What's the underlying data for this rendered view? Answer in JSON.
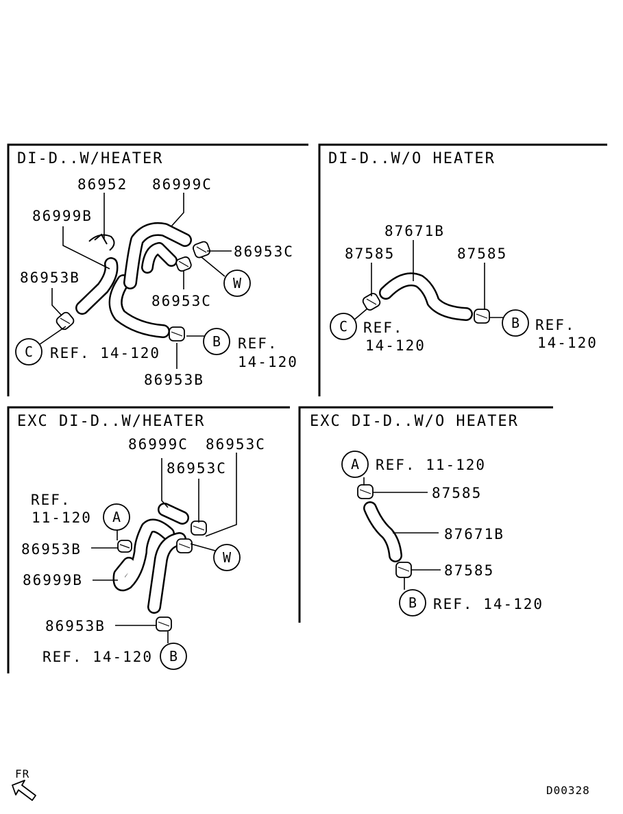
{
  "sections": {
    "top_left": {
      "title": "DI-D..W/HEATER",
      "labels": {
        "p86952": "86952",
        "p86999c": "86999C",
        "p86999b": "86999B",
        "p86953c_right": "86953C",
        "p86953b_left": "86953B",
        "p86953c_bottom": "86953C",
        "p86953b_bottom": "86953B",
        "ref_c": "REF. 14-120",
        "ref_b_line1": "REF.",
        "ref_b_line2": "14-120"
      },
      "markers": {
        "c": "C",
        "b": "B",
        "w": "W"
      }
    },
    "top_right": {
      "title": "DI-D..W/O HEATER",
      "labels": {
        "p87671b": "87671B",
        "p87585_left": "87585",
        "p87585_right": "87585",
        "ref_c_line1": "REF.",
        "ref_c_line2": "14-120",
        "ref_b_line1": "REF.",
        "ref_b_line2": "14-120"
      },
      "markers": {
        "c": "C",
        "b": "B"
      }
    },
    "bottom_left": {
      "title": "EXC DI-D..W/HEATER",
      "labels": {
        "p86999c": "86999C",
        "p86953c_top": "86953C",
        "p86953c_mid": "86953C",
        "ref_a_line1": "REF.",
        "ref_a_line2": "11-120",
        "p86953b_upper": "86953B",
        "p86999b": "86999B",
        "p86953b_lower": "86953B",
        "ref_b": "REF. 14-120"
      },
      "markers": {
        "a": "A",
        "w": "W",
        "b": "B"
      }
    },
    "bottom_right": {
      "title": "EXC DI-D..W/O HEATER",
      "labels": {
        "ref_a": "REF. 11-120",
        "p87585_top": "87585",
        "p87671b": "87671B",
        "p87585_bottom": "87585",
        "ref_b": "REF. 14-120"
      },
      "markers": {
        "a": "A",
        "b": "B"
      }
    }
  },
  "footer": {
    "direction_label": "FR",
    "diagram_code": "D00328",
    "direction_icon": "front-direction-arrow-icon"
  }
}
